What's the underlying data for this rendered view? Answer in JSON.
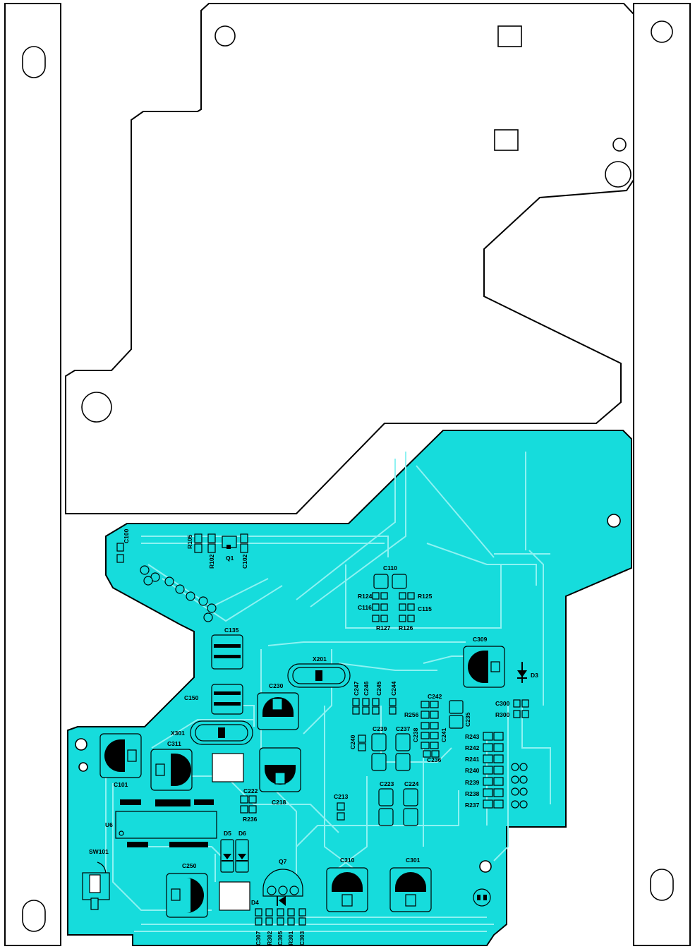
{
  "labels": {
    "c100": "C100",
    "r105": "R105",
    "r102": "R102",
    "q1": "Q1",
    "c102": "C102",
    "c110": "C110",
    "r124": "R124",
    "r125": "R125",
    "c116": "C116",
    "c115": "C115",
    "r127": "R127",
    "r126": "R126",
    "c135": "C135",
    "x201": "X201",
    "c309": "C309",
    "d3": "D3",
    "c230": "C230",
    "c150": "C150",
    "c247": "C247",
    "c246": "C246",
    "c245": "C245",
    "c244": "C244",
    "c242": "C242",
    "c235": "C235",
    "c300": "C300",
    "r300": "R300",
    "r256": "R256",
    "x301": "X301",
    "c239": "C239",
    "c237": "C237",
    "c238": "C238",
    "c241": "C241",
    "c240": "C240",
    "c236": "C236",
    "c311": "C311",
    "r243": "R243",
    "r242": "R242",
    "r241": "R241",
    "r240": "R240",
    "r239": "R239",
    "r238": "R238",
    "r237": "R237",
    "c101": "C101",
    "c218": "C218",
    "c222": "C222",
    "r236": "R236",
    "c223": "C223",
    "c224": "C224",
    "c213": "C213",
    "u6": "U6",
    "d5": "D5",
    "d6": "D6",
    "sw101": "SW101",
    "c250": "C250",
    "q7": "Q7",
    "c310": "C310",
    "c301": "C301",
    "d4": "D4",
    "c307": "C307",
    "r302": "R302",
    "c305": "C305",
    "r301": "R301",
    "c303": "C303"
  },
  "colors": {
    "board": "#16dcdc",
    "trace": "#8ef2f2",
    "outline": "#000000",
    "background": "#ffffff"
  }
}
